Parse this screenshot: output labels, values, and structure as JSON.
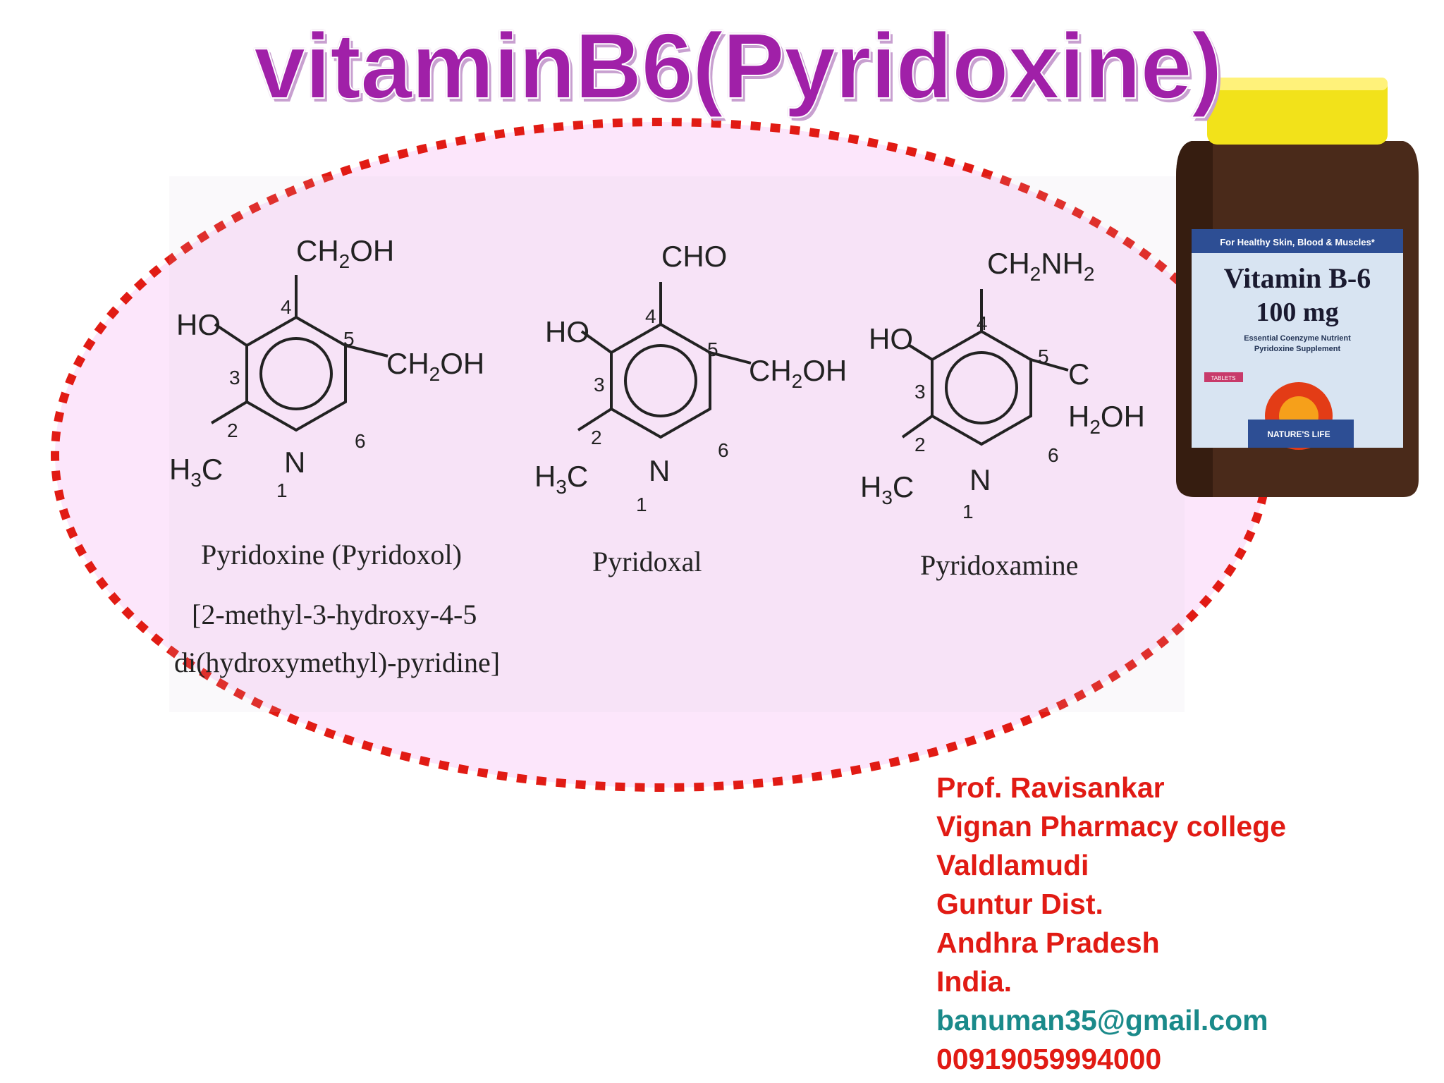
{
  "title": "vitaminB6(Pyridoxine)",
  "colors": {
    "title": "#a020a8",
    "ellipse_fill": "#fce6fb",
    "ellipse_border": "#e11b14",
    "info_text": "#e11b14",
    "email": "#1a8a8a"
  },
  "structures": [
    {
      "name": "Pyridoxine (Pyridoxol)",
      "c4_group": "CH2OH",
      "c5_group": "CH2OH",
      "c3_group": "HO",
      "c2_group": "H3C",
      "ring_numbers": [
        "1",
        "2",
        "3",
        "4",
        "5",
        "6"
      ],
      "ring_n": "N",
      "iupac_line1": "[2-methyl-3-hydroxy-4-5",
      "iupac_line2": "di(hydroxymethyl)-pyridine]"
    },
    {
      "name": "Pyridoxal",
      "c4_group": "CHO",
      "c5_group": "CH2OH",
      "c3_group": "HO",
      "c2_group": "H3C",
      "ring_numbers": [
        "1",
        "2",
        "3",
        "4",
        "5",
        "6"
      ],
      "ring_n": "N"
    },
    {
      "name": "Pyridoxamine",
      "c4_group": "CH2NH2",
      "c5_group_line1": "C",
      "c5_group_line2": "H2OH",
      "c3_group": "HO",
      "c2_group": "H3C",
      "ring_numbers": [
        "1",
        "2",
        "3",
        "4",
        "5",
        "6"
      ],
      "ring_n": "N"
    }
  ],
  "bottle": {
    "banner": "For Healthy Skin, Blood & Muscles*",
    "product": "Vitamin B-6",
    "dose": "100 mg",
    "subtitle1": "Essential Coenzyme Nutrient",
    "subtitle2": "Pyridoxine Supplement",
    "tag": "TABLETS",
    "brand": "NATURE'S LIFE"
  },
  "author": {
    "name": "Prof. Ravisankar",
    "college": "Vignan Pharmacy college",
    "place": "Valdlamudi",
    "district": "Guntur Dist.",
    "state": "Andhra Pradesh",
    "country": "India.",
    "email": "banuman35@gmail.com",
    "phone": "00919059994000"
  }
}
